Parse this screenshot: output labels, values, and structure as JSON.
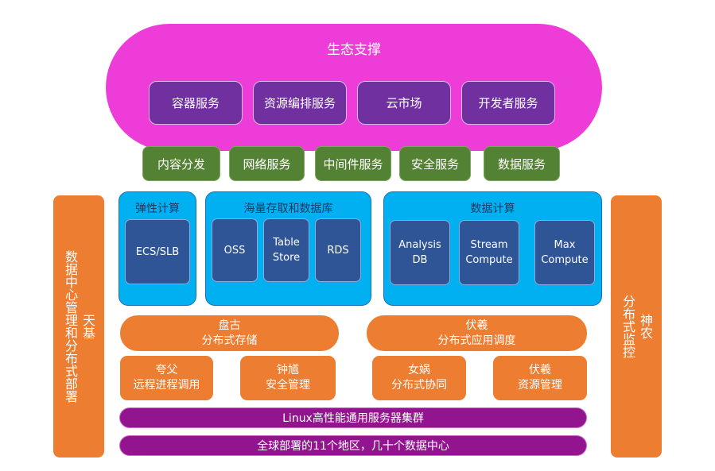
{
  "ecosystem": {
    "title": "生态支撑",
    "items": [
      "容器服务",
      "资源编排服务",
      "云市场",
      "开发者服务"
    ]
  },
  "services": [
    "内容分发",
    "网络服务",
    "中间件服务",
    "安全服务",
    "数据服务"
  ],
  "elastic": {
    "title": "弹性计算",
    "items": [
      "ECS/SLB"
    ]
  },
  "storage": {
    "title": "海量存取和数据库",
    "items": [
      [
        "OSS"
      ],
      [
        "Table",
        "Store"
      ],
      [
        "RDS"
      ]
    ]
  },
  "datacompute": {
    "title": "数据计算",
    "items": [
      [
        "Analysis",
        "DB"
      ],
      [
        "Stream",
        "Compute"
      ],
      [
        "Max",
        "Compute"
      ]
    ]
  },
  "pangu": {
    "name": "盘古",
    "desc": "分布式存储"
  },
  "fuxi": {
    "name": "伏羲",
    "desc": "分布式应用调度"
  },
  "kuafu": {
    "name": "夸父",
    "desc": "远程进程调用"
  },
  "zhongkui": {
    "name": "钟馗",
    "desc": "安全管理"
  },
  "nvwa": {
    "name": "女娲",
    "desc": "分布式协同"
  },
  "fuxi2": {
    "name": "伏羲",
    "desc": "资源管理"
  },
  "left_side": {
    "name": "天基",
    "desc": "数据中心管理和分布式部署"
  },
  "right_side": {
    "name": "神农",
    "desc": "分布式监控"
  },
  "bars": [
    "Linux高性能通用服务器集群",
    "全球部署的11个地区，几十个数据中心"
  ]
}
